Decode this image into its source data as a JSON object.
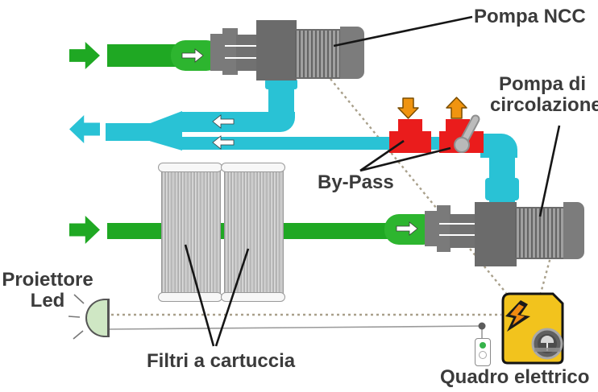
{
  "diagram_title": "Pool plumbing system diagram",
  "labels": {
    "pompa_ncc": "Pompa NCC",
    "pompa_circolazione_line1": "Pompa di",
    "pompa_circolazione_line2": "circolazione",
    "by_pass": "By-Pass",
    "filtri_a_cartuccia": "Filtri a cartuccia",
    "proiettore_line1": "Proiettore",
    "proiettore_line2": "Led",
    "quadro_elettrico": "Quadro elettrico"
  },
  "icons": {
    "lightning_bolt": "electrical hazard bolt on panel",
    "round_badge": "circular emblem on panel",
    "flow_arrow_green": "block arrow, water inlet",
    "flow_arrow_cyan": "block arrow, water outlet",
    "valve_arrow_down": "orange down arrow on by-pass valve",
    "valve_arrow_up": "orange up arrow on by-pass valve",
    "valve_lever": "gray lever handle on by-pass valve",
    "light_rays": "rays from LED projector"
  },
  "wiring": {
    "dashed_links": [
      "Pompa NCC → Quadro elettrico",
      "Pompa di circolazione → Quadro elettrico",
      "Proiettore Led → Quadro elettrico"
    ],
    "solid_link": "Proiettore Led → remote control → Quadro elettrico"
  },
  "colors": {
    "green": "#1fa823",
    "green_bright": "#2db52f",
    "cyan": "#29c2d5",
    "red": "#ea1c1c",
    "orange": "#f09410",
    "yellow": "#f2c31d",
    "gray_pump": "#717171",
    "text": "#3b3b3b",
    "wire_dash": "#a9a08b",
    "led_green": "#cfe7c4"
  }
}
